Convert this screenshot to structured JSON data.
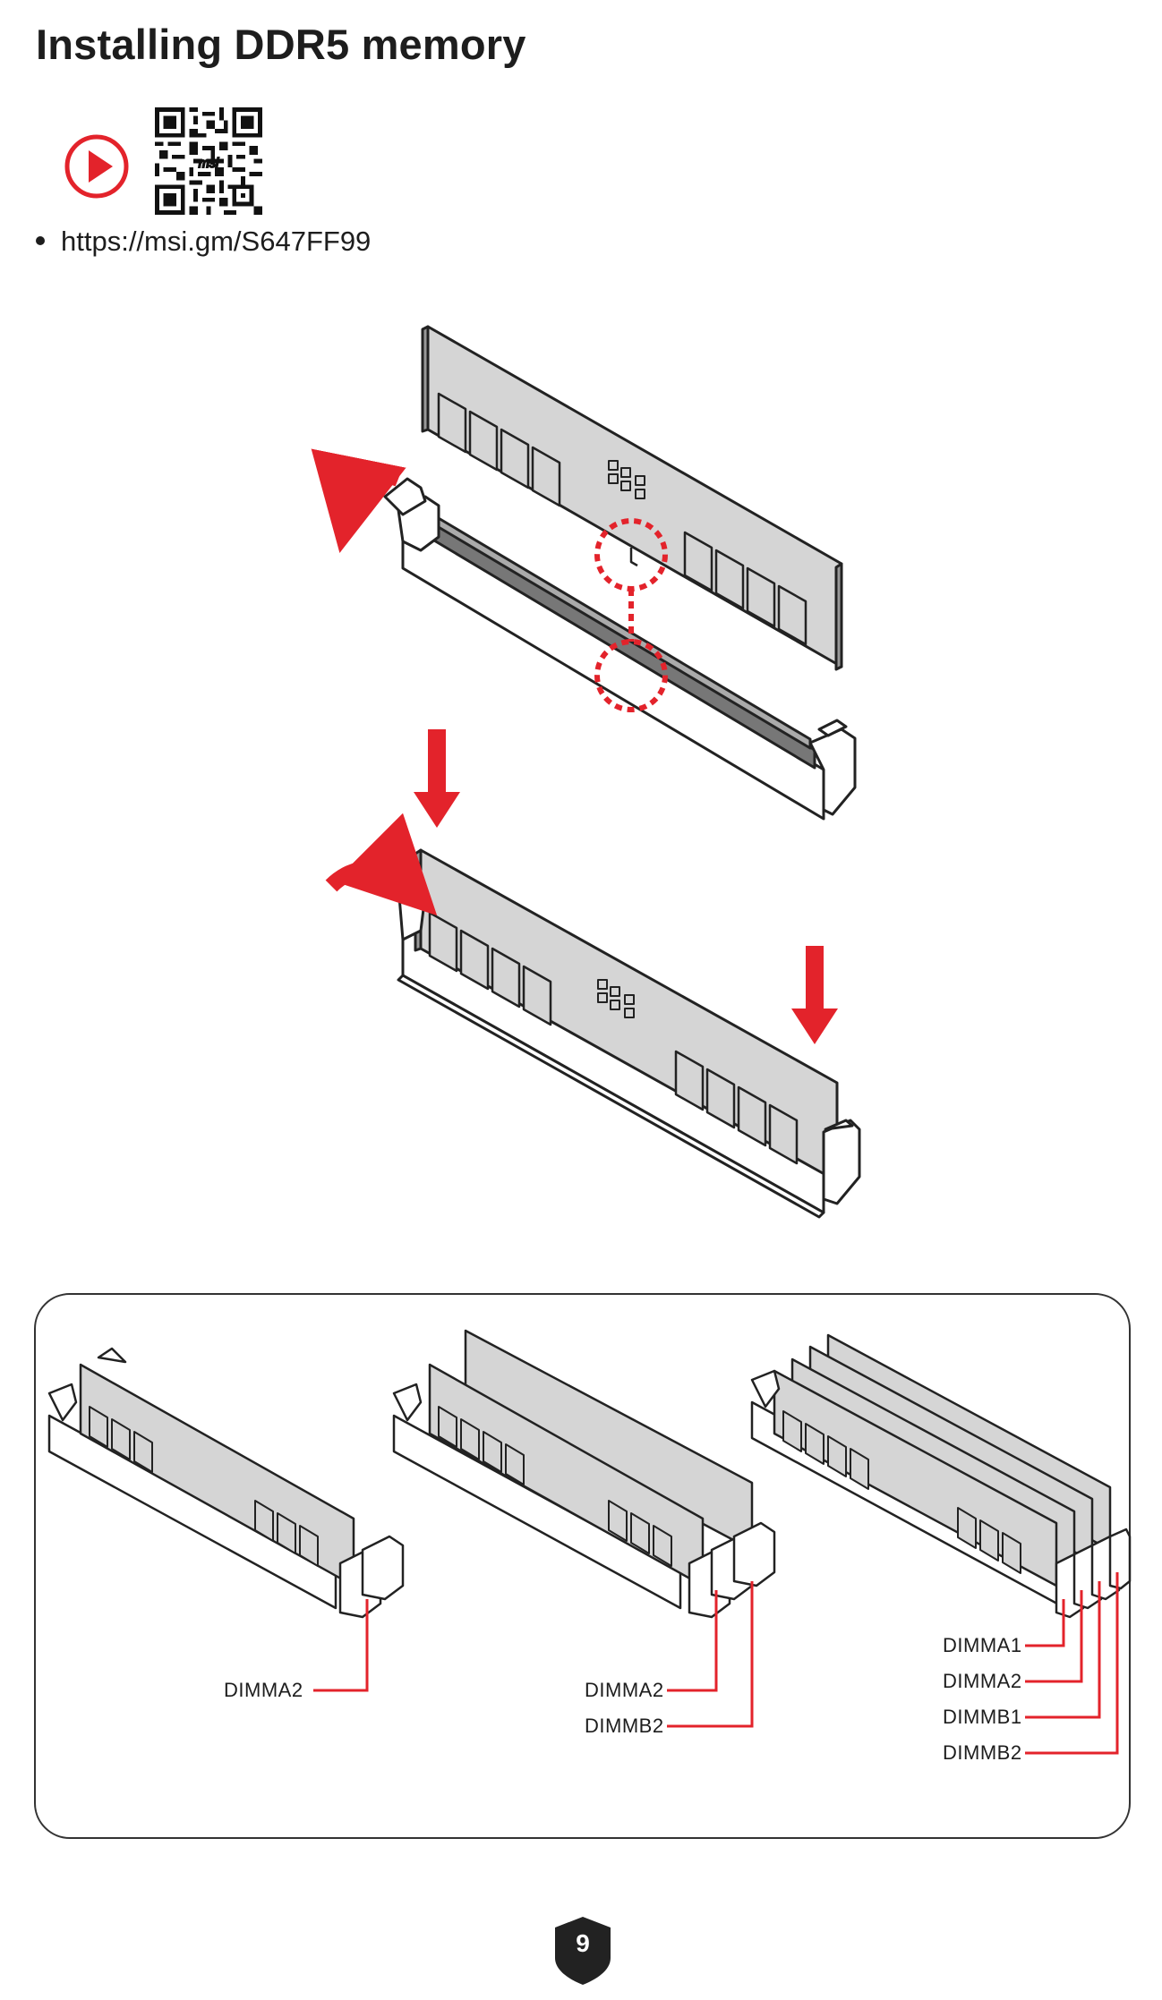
{
  "title": "Installing DDR5 memory",
  "link": "https://msi.gm/S647FF99",
  "video_icon": "play-icon",
  "qr_icon": "qr-code-icon",
  "accent_color": "#e3232b",
  "labels": {
    "one_module": [
      "DIMMA2"
    ],
    "two_modules": [
      "DIMMA2",
      "DIMMB2"
    ],
    "four_modules": [
      "DIMMA1",
      "DIMMA2",
      "DIMMB1",
      "DIMMB2"
    ]
  },
  "page_number": "9"
}
